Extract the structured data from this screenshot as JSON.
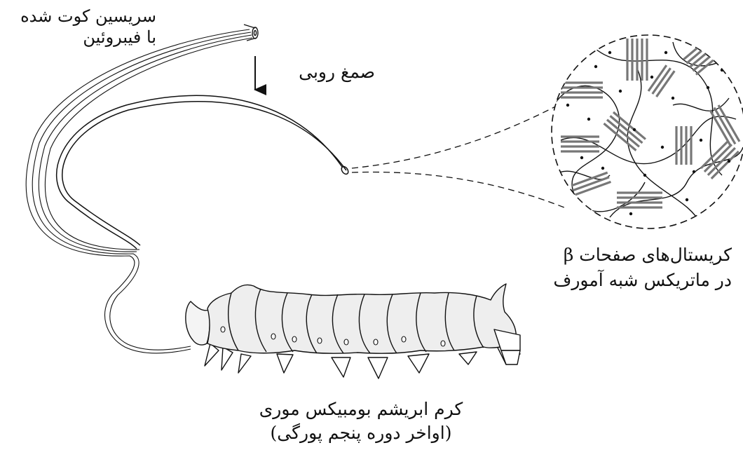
{
  "labels": {
    "fiber_line1": "سریسین کوت شده",
    "fiber_line2": "با فیبروئین",
    "degumming": "صمغ روبی",
    "crystal_line1": "کریستال‌های صفحات β",
    "crystal_line2": "در ماتریکس شبه آمورف",
    "worm_line1": "کرم ابریشم بومبیکس موری",
    "worm_line2": "(اواخر دوره پنجم پورگی)"
  },
  "colors": {
    "ink": "#111111",
    "body_fill": "#eeeeee",
    "crystal_fill": "#888888",
    "background": "#ffffff"
  },
  "icons": {
    "arrow": "down-arrow-icon"
  }
}
